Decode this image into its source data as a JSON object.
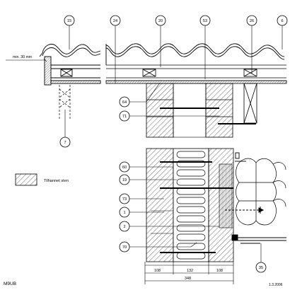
{
  "callouts": {
    "c15": "15",
    "c24": "24",
    "c20": "20",
    "c53": "53",
    "c26": "26",
    "c6": "6",
    "c64": "64",
    "c71": "71",
    "c7": "7",
    "c60": "60",
    "c19": "19",
    "c73": "73",
    "c1": "1",
    "c2": "2",
    "c70": "70",
    "c35": "35"
  },
  "notes": {
    "overhang": "min. 30 mm"
  },
  "dimensions": {
    "d1": "108",
    "d2": "132",
    "d3": "108",
    "total": "348"
  },
  "legend": {
    "label": "Tilhannet sten"
  },
  "footer": {
    "drawing_id": "M9UB",
    "date": "1.3.2006"
  }
}
